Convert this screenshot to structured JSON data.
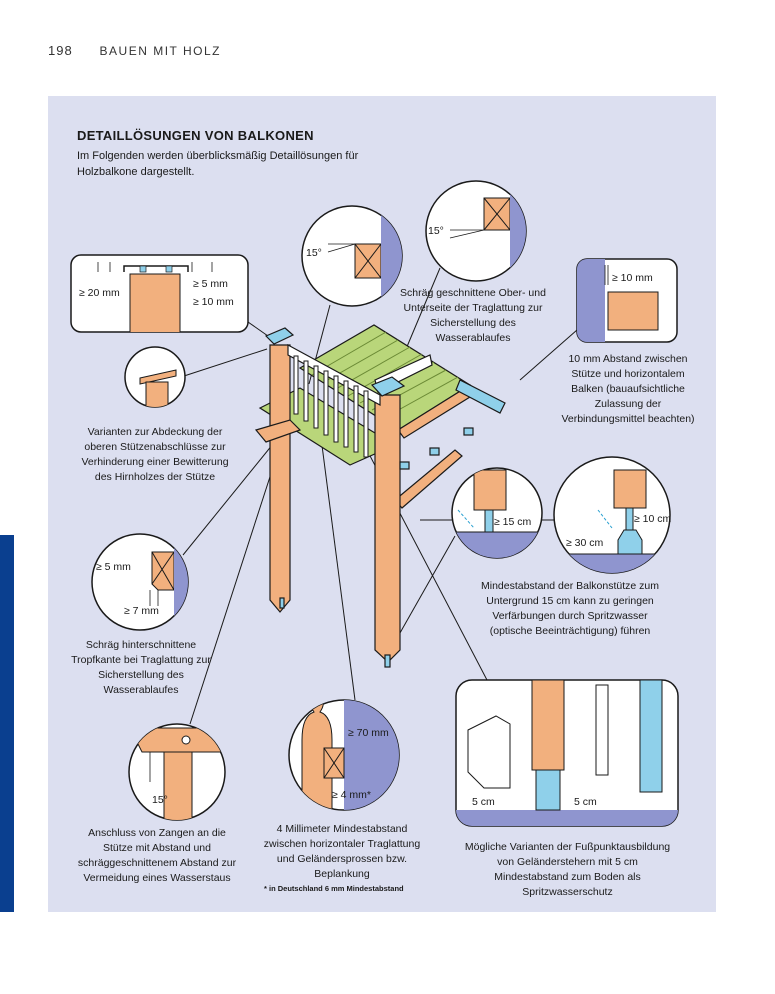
{
  "header": {
    "page_number": "198",
    "section": "BAUEN MIT HOLZ"
  },
  "title": "DETAILLÖSUNGEN VON BALKONEN",
  "intro": "Im Folgenden werden überblicksmäßig Detaillösungen für Holzbalkone dargestellt.",
  "colors": {
    "wood": "#f2b07e",
    "blue_panel": "#dcdff0",
    "wall_blue": "#8f95cf",
    "deck_green": "#b9d67a",
    "metal_blue": "#8fd0ea",
    "accent": "#0a3f8f"
  },
  "labels": {
    "min20": "≥ 20 mm",
    "min5": "≥ 5 mm",
    "min10": "≥ 10 mm",
    "deg15a": "15°",
    "deg15b": "15°",
    "min10b": "≥ 10 mm",
    "min5b": "≥ 5 mm",
    "min7": "≥ 7 mm",
    "deg15c": "15°",
    "min70": "≥ 70 mm",
    "min4": "≥ 4 mm*",
    "min15cm": "≥ 15 cm",
    "min10cm": "≥ 10 cm",
    "min30cm": "≥ 30 cm",
    "cm5a": "5 cm",
    "cm5b": "5 cm"
  },
  "captions": {
    "schraeg": "Schräg geschnittene Ober- und Unterseite der Traglattung zur Sicherstellung des Wasserablaufes",
    "abstand10": "10 mm Abstand zwischen Stütze und horizontalem Balken (bauaufsichtliche Zulassung der Verbindungsmittel beachten)",
    "abdeckung": "Varianten zur Abdeckung der oberen Stützenabschlüsse zur Verhinderung einer Bewitterung des Hirnholzes der Stütze",
    "mindestabstand": "Mindestabstand der Balkonstütze zum Untergrund 15 cm kann zu geringen Verfärbungen durch Spritzwasser (optische Beeinträchtigung) führen",
    "tropfkante": "Schräg hinterschnittene Tropfkante bei Traglattung zur Sicherstellung des Wasserablaufes",
    "zangen": "Anschluss von Zangen an die Stütze mit Abstand und schräggeschnittenem Abstand zur Vermeidung eines Wasserstaus",
    "millimeter": "4 Millimeter Mindestabstand zwischen horizontaler Traglattung und Geländersprossen bzw. Beplankung",
    "fusspunkt": "Mögliche Varianten der Fußpunktausbildung von Geländerstehern mit 5 cm Mindestabstand zum Boden als Spritzwasserschutz"
  },
  "footnote": "* in Deutschland 6 mm Mindestabstand"
}
